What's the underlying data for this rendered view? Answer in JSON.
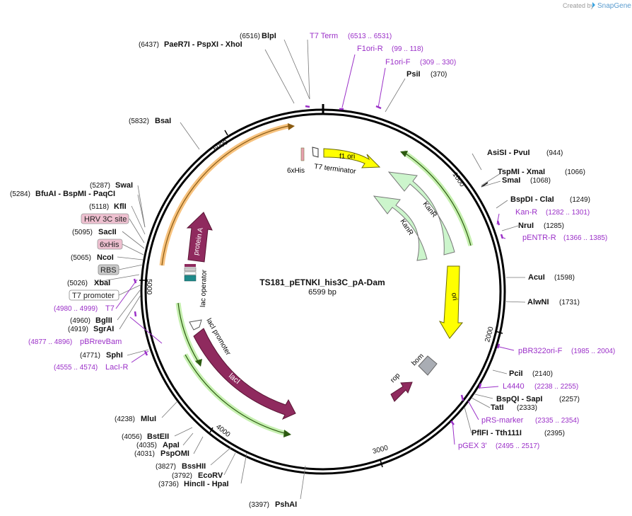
{
  "credit": {
    "text": "Created by",
    "brand": "SnapGene"
  },
  "map": {
    "name": "TS181_pETNKI_his3C_pA-Dam",
    "size": "6599 bp",
    "total_bp": 6599
  },
  "ticks": [
    "1000",
    "2000",
    "3000",
    "4000",
    "5000",
    "6000"
  ],
  "enzymes": [
    {
      "pos": "(6516)",
      "name": "BlpI"
    },
    {
      "pos": "(6437)",
      "name": "PaeR7I - PspXI - XhoI"
    },
    {
      "pos": "(370)",
      "name": "PsiI"
    },
    {
      "pos": "(5832)",
      "name": "BsaI"
    },
    {
      "name": "AsiSI - PvuI",
      "pos": "(944)"
    },
    {
      "name": "TspMI - XmaI",
      "pos": "(1066)"
    },
    {
      "name": "SmaI",
      "pos": "(1068)"
    },
    {
      "name": "BspDI - ClaI",
      "pos": "(1249)"
    },
    {
      "name": "NruI",
      "pos": "(1285)"
    },
    {
      "name": "AcuI",
      "pos": "(1598)"
    },
    {
      "name": "AlwNI",
      "pos": "(1731)"
    },
    {
      "name": "PciI",
      "pos": "(2140)"
    },
    {
      "name": "BspQI - SapI",
      "pos": "(2257)"
    },
    {
      "name": "TatI",
      "pos": "(2333)"
    },
    {
      "name": "PflFI - Tth111I",
      "pos": "(2395)"
    },
    {
      "pos": "(5287)",
      "name": "SwaI"
    },
    {
      "pos": "(5284)",
      "name": "BfuAI - BspMI - PaqCI"
    },
    {
      "pos": "(5118)",
      "name": "KflI"
    },
    {
      "pos": "(5095)",
      "name": "SacII"
    },
    {
      "pos": "(5065)",
      "name": "NcoI"
    },
    {
      "pos": "(5026)",
      "name": "XbaI"
    },
    {
      "pos": "(4960)",
      "name": "BglII"
    },
    {
      "pos": "(4919)",
      "name": "SgrAI"
    },
    {
      "pos": "(4771)",
      "name": "SphI"
    },
    {
      "pos": "(4238)",
      "name": "MluI"
    },
    {
      "pos": "(4056)",
      "name": "BstEII"
    },
    {
      "pos": "(4035)",
      "name": "ApaI"
    },
    {
      "pos": "(4031)",
      "name": "PspOMI"
    },
    {
      "pos": "(3827)",
      "name": "BssHII"
    },
    {
      "pos": "(3792)",
      "name": "EcoRV"
    },
    {
      "pos": "(3736)",
      "name": "HincII - HpaI"
    },
    {
      "pos": "(3397)",
      "name": "PshAI"
    }
  ],
  "primers": [
    {
      "name": "T7 Term",
      "pos": "(6513 .. 6531)"
    },
    {
      "name": "F1ori-R",
      "pos": "(99 .. 118)"
    },
    {
      "name": "F1ori-F",
      "pos": "(309 .. 330)"
    },
    {
      "name": "Kan-R",
      "pos": "(1282 .. 1301)"
    },
    {
      "name": "pENTR-R",
      "pos": "(1366 .. 1385)"
    },
    {
      "name": "pBR322ori-F",
      "pos": "(1985 .. 2004)"
    },
    {
      "name": "L4440",
      "pos": "(2238 .. 2255)"
    },
    {
      "name": "pRS-marker",
      "pos": "(2335 .. 2354)"
    },
    {
      "name": "pGEX 3'",
      "pos": "(2495 .. 2517)"
    },
    {
      "pos": "(4980 .. 4999)",
      "name": "T7"
    },
    {
      "pos": "(4877 .. 4896)",
      "name": "pBRrevBam"
    },
    {
      "pos": "(4555 .. 4574)",
      "name": "LacI-R"
    }
  ],
  "boxed": [
    {
      "label": "HRV 3C site"
    },
    {
      "label": "6xHis"
    },
    {
      "label": "RBS"
    },
    {
      "label": "T7 promoter"
    }
  ],
  "features": {
    "his": "6xHis",
    "t7term": "T7 terminator",
    "f1ori": "f1 ori",
    "kanr1": "KanR",
    "kanr2": "KanR",
    "ori": "ori",
    "bom": "bom",
    "rop": "rop",
    "laci": "lacI",
    "laci_promoter": "lacI promoter",
    "lac_operator": "lac operator",
    "protein_a": "protein A"
  },
  "colors": {
    "primer": "#9b30c8",
    "f1ori": "#ffff00",
    "kanr": "#ccf5cc",
    "ori": "#ffff00",
    "laci": "#8f2a5e",
    "proteina": "#8f2a5e",
    "bom": "#a9adb4",
    "orange": "#f7c27e",
    "green": "#c6f0b0"
  }
}
